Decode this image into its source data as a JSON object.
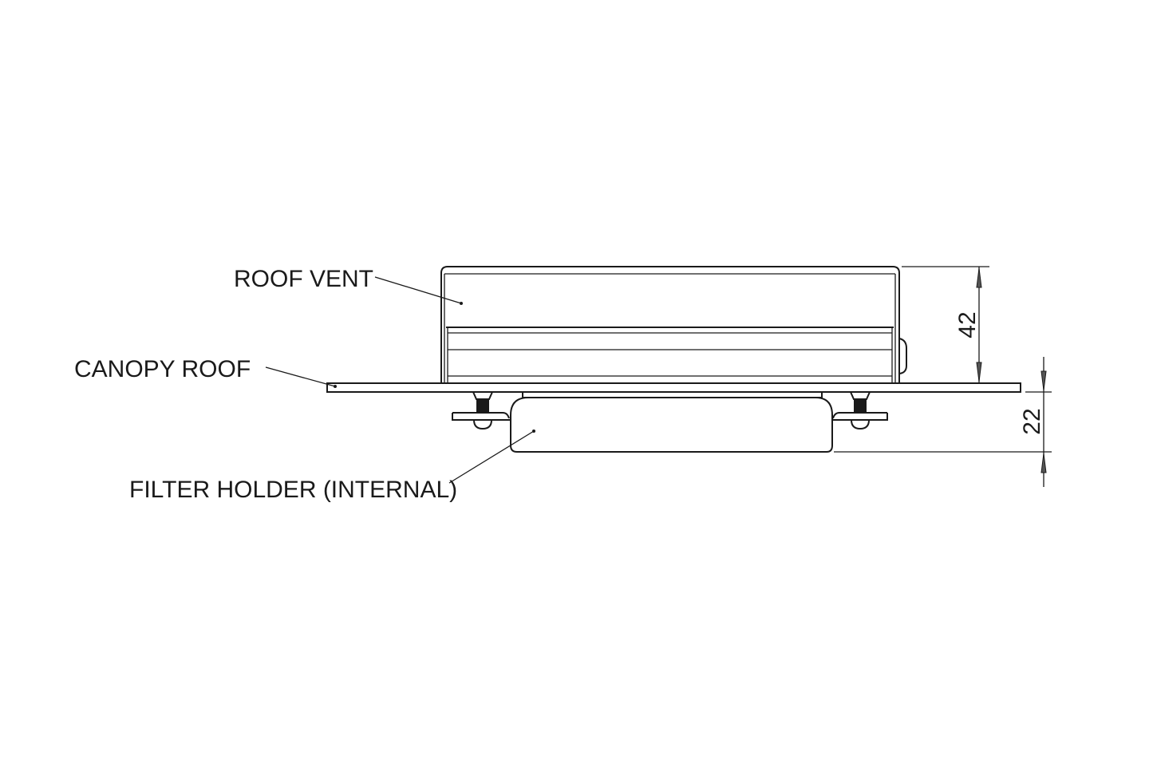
{
  "labels": {
    "roof_vent": "ROOF VENT",
    "canopy_roof": "CANOPY ROOF",
    "filter_holder": "FILTER HOLDER (INTERNAL)"
  },
  "dimensions": {
    "vent_height": "42",
    "filter_depth": "22"
  }
}
